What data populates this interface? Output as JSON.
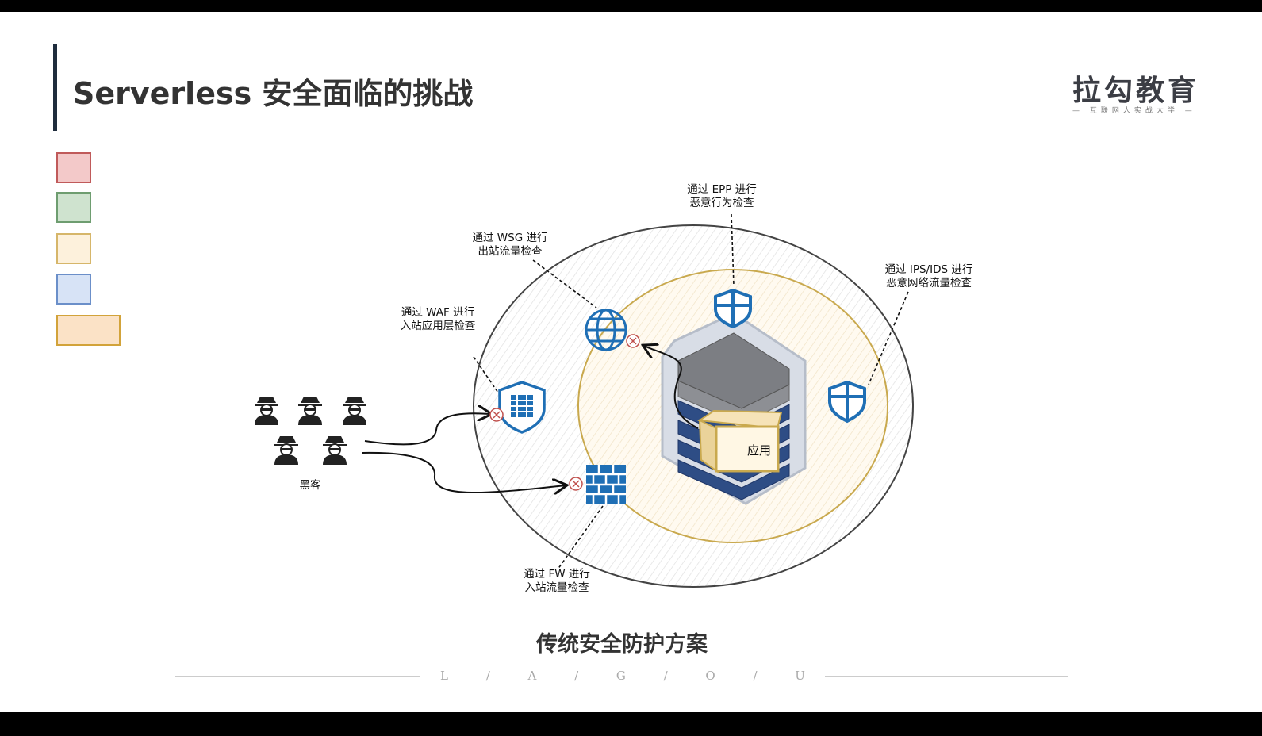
{
  "title": "Serverless 安全面临的挑战",
  "logo": {
    "name": "拉勾教育",
    "tagline": "— 互联网人实战大学 —"
  },
  "legend_colors": [
    "#e8a6a6",
    "#a9ceaa",
    "#fbe6c2",
    "#b7cdef",
    "#f9d3a6"
  ],
  "diagram": {
    "hacker_label": "黑客",
    "app_label": "应用",
    "labels": {
      "waf": [
        "通过 WAF 进行",
        "入站应用层检查"
      ],
      "wsg": [
        "通过 WSG 进行",
        "出站流量检查"
      ],
      "epp": [
        "通过 EPP 进行",
        "恶意行为检查"
      ],
      "ips": [
        "通过 IPS/IDS 进行",
        "恶意网络流量检查"
      ],
      "fw": [
        "通过 FW 进行",
        "入站流量检查"
      ]
    }
  },
  "caption": "传统安全防护方案",
  "footer": [
    "L",
    "/",
    "A",
    "/",
    "G",
    "/",
    "O",
    "/",
    "U"
  ]
}
